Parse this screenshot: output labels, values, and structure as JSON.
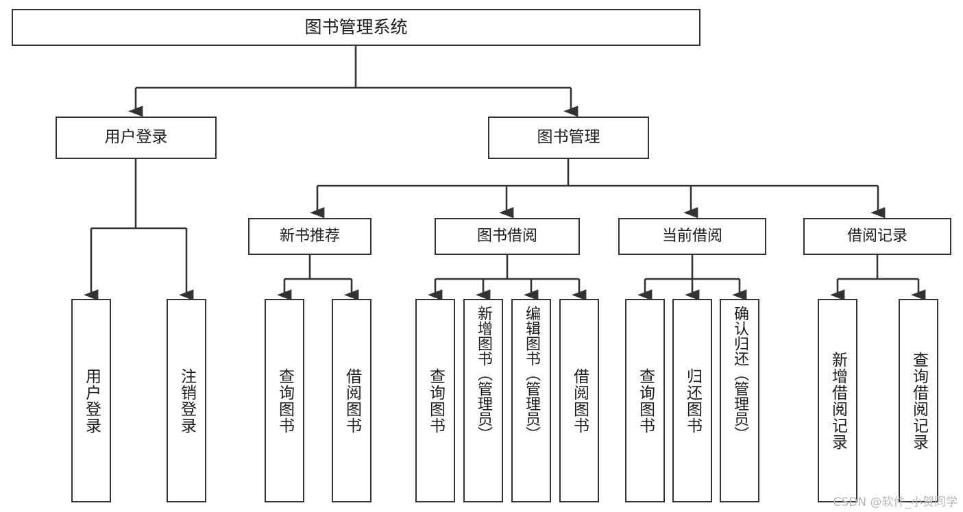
{
  "diagram": {
    "title": "图书管理系统",
    "type": "hierarchy-tree",
    "watermark": "CSDN @软件_小贺同学",
    "colors": {
      "box_border": "#333333",
      "box_fill": "#ffffff",
      "connector": "#333333",
      "text": "#1b1b1b",
      "watermark": "#b7b7b7",
      "background": "#ffffff"
    },
    "root": {
      "label": "图书管理系统"
    },
    "level2": [
      {
        "label": "用户登录"
      },
      {
        "label": "图书管理"
      }
    ],
    "level3": [
      {
        "label": "新书推荐"
      },
      {
        "label": "图书借阅"
      },
      {
        "label": "当前借阅"
      },
      {
        "label": "借阅记录"
      }
    ],
    "leaves": {
      "user_login": [
        {
          "label": "用户登录"
        },
        {
          "label": "注销登录"
        }
      ],
      "new_book": [
        {
          "label": "查询图书"
        },
        {
          "label": "借阅图书"
        }
      ],
      "book_borrow": [
        {
          "label": "查询图书"
        },
        {
          "label": "新增图书（管理员）"
        },
        {
          "label": "编辑图书（管理员）"
        },
        {
          "label": "借阅图书"
        }
      ],
      "current_borrow": [
        {
          "label": "查询图书"
        },
        {
          "label": "归还图书"
        },
        {
          "label": "确认归还（管理员）"
        }
      ],
      "borrow_record": [
        {
          "label": "新增借阅记录"
        },
        {
          "label": "查询借阅记录"
        }
      ]
    }
  }
}
